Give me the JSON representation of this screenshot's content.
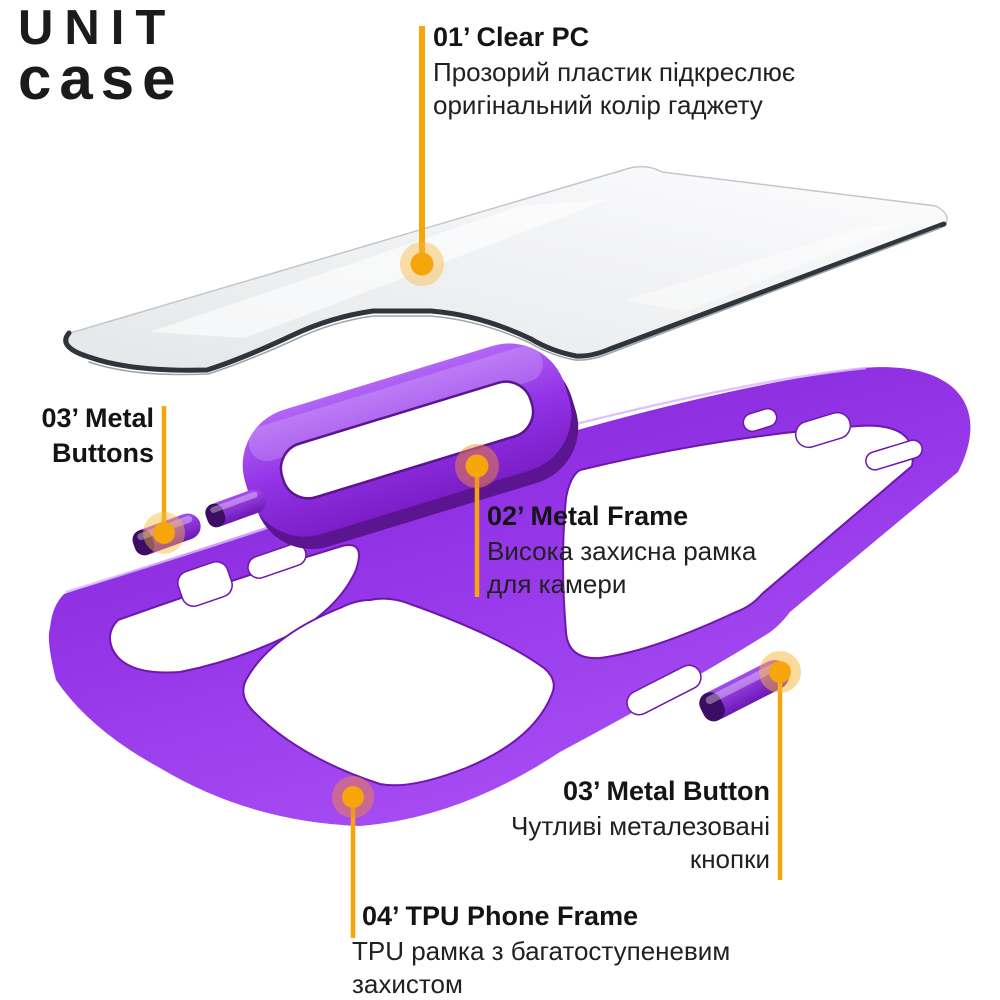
{
  "brand": {
    "line1": "UNIT",
    "line2": "case"
  },
  "colors": {
    "accent_orange": "#F7A50A",
    "case_purple": "#9233E6",
    "case_purple_dark": "#6D17AE",
    "glass_gray": "#EDEFF1",
    "text_dark": "#1A1A1A"
  },
  "annotations": {
    "clear_pc": {
      "heading": "01’ Clear PC",
      "line1": "Прозорий пластик підкреслює",
      "line2": "оригінальний колір гаджету"
    },
    "metal_buttons": {
      "heading_line1": "03’ Metal",
      "heading_line2": "Buttons"
    },
    "metal_frame": {
      "heading": "02’ Metal Frame",
      "line1": "Висока захисна рамка",
      "line2": "для камери"
    },
    "metal_button": {
      "heading": "03’ Metal Button",
      "line1": "Чутливі металезовані",
      "line2": "кнопки"
    },
    "tpu_frame": {
      "heading": "04’ TPU Phone Frame",
      "line1": "TPU рамка з багатоступеневим",
      "line2": "захистом"
    }
  }
}
